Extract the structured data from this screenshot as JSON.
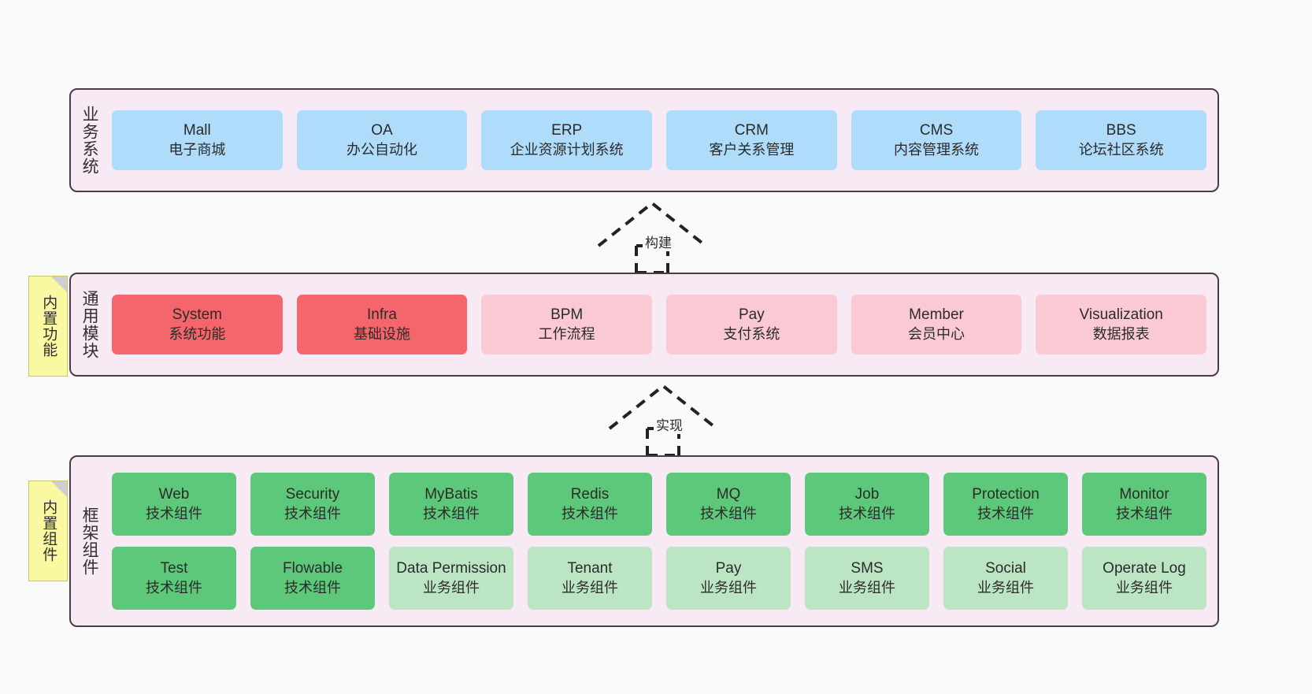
{
  "diagram": {
    "background": "#FAFAFA",
    "layer_bg": "#F8EAF4",
    "layer_border": "#4A3B44",
    "note_bg": "#FAF8A0"
  },
  "layers": [
    {
      "id": "business",
      "title": "业务系统",
      "rows": [
        {
          "cards": [
            {
              "en": "Mall",
              "cn": "电子商城",
              "color": "blue"
            },
            {
              "en": "OA",
              "cn": "办公自动化",
              "color": "blue"
            },
            {
              "en": "ERP",
              "cn": "企业资源计划系统",
              "color": "blue"
            },
            {
              "en": "CRM",
              "cn": "客户关系管理",
              "color": "blue"
            },
            {
              "en": "CMS",
              "cn": "内容管理系统",
              "color": "blue"
            },
            {
              "en": "BBS",
              "cn": "论坛社区系统",
              "color": "blue"
            }
          ]
        }
      ]
    },
    {
      "id": "common",
      "title": "通用模块",
      "note": "内置功能",
      "rows": [
        {
          "cards": [
            {
              "en": "System",
              "cn": "系统功能",
              "color": "red"
            },
            {
              "en": "Infra",
              "cn": "基础设施",
              "color": "red"
            },
            {
              "en": "BPM",
              "cn": "工作流程",
              "color": "pink"
            },
            {
              "en": "Pay",
              "cn": "支付系统",
              "color": "pink"
            },
            {
              "en": "Member",
              "cn": "会员中心",
              "color": "pink"
            },
            {
              "en": "Visualization",
              "cn": "数据报表",
              "color": "pink"
            }
          ]
        }
      ]
    },
    {
      "id": "framework",
      "title": "框架组件",
      "note": "内置组件",
      "rows": [
        {
          "cards": [
            {
              "en": "Web",
              "cn": "技术组件",
              "color": "green"
            },
            {
              "en": "Security",
              "cn": "技术组件",
              "color": "green"
            },
            {
              "en": "MyBatis",
              "cn": "技术组件",
              "color": "green"
            },
            {
              "en": "Redis",
              "cn": "技术组件",
              "color": "green"
            },
            {
              "en": "MQ",
              "cn": "技术组件",
              "color": "green"
            },
            {
              "en": "Job",
              "cn": "技术组件",
              "color": "green"
            },
            {
              "en": "Protection",
              "cn": "技术组件",
              "color": "green"
            },
            {
              "en": "Monitor",
              "cn": "技术组件",
              "color": "green"
            }
          ]
        },
        {
          "cards": [
            {
              "en": "Test",
              "cn": "技术组件",
              "color": "green"
            },
            {
              "en": "Flowable",
              "cn": "技术组件",
              "color": "green"
            },
            {
              "en": "Data Permission",
              "cn": "业务组件",
              "color": "lgreen"
            },
            {
              "en": "Tenant",
              "cn": "业务组件",
              "color": "lgreen"
            },
            {
              "en": "Pay",
              "cn": "业务组件",
              "color": "lgreen"
            },
            {
              "en": "SMS",
              "cn": "业务组件",
              "color": "lgreen"
            },
            {
              "en": "Social",
              "cn": "业务组件",
              "color": "lgreen"
            },
            {
              "en": "Operate Log",
              "cn": "业务组件",
              "color": "lgreen"
            }
          ]
        }
      ]
    }
  ],
  "arrows": [
    {
      "id": "build",
      "label": "构建"
    },
    {
      "id": "impl",
      "label": "实现"
    }
  ]
}
